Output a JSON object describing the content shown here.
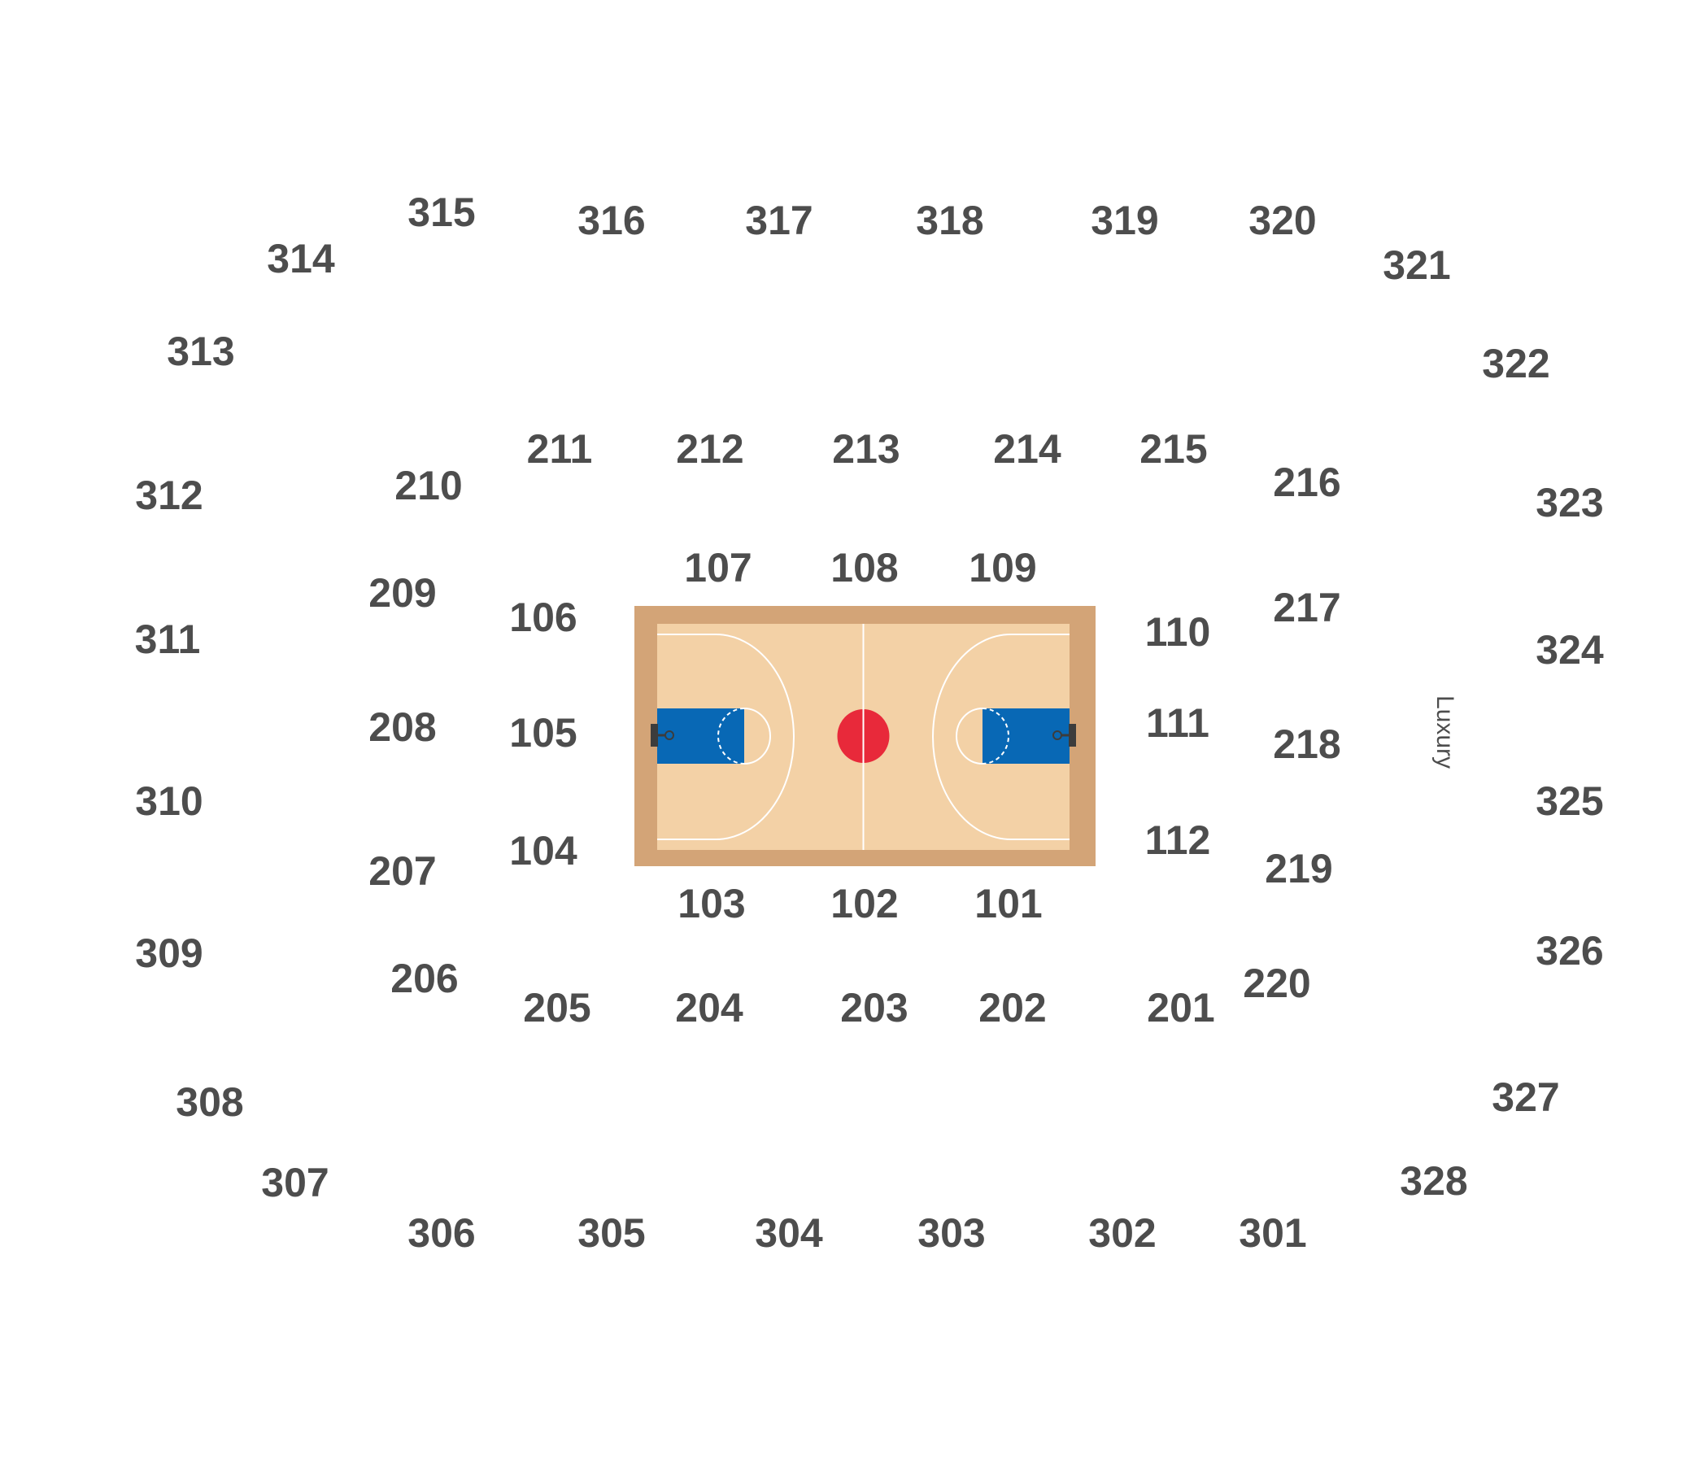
{
  "sections": [
    "101",
    "102",
    "103",
    "104",
    "105",
    "106",
    "107",
    "108",
    "109",
    "110",
    "111",
    "112",
    "201",
    "202",
    "203",
    "204",
    "205",
    "206",
    "207",
    "208",
    "209",
    "210",
    "211",
    "212",
    "213",
    "214",
    "215",
    "216",
    "217",
    "218",
    "219",
    "220",
    "301",
    "302",
    "303",
    "304",
    "305",
    "306",
    "307",
    "308",
    "309",
    "310",
    "311",
    "312",
    "313",
    "314",
    "315",
    "316",
    "317",
    "318",
    "319",
    "320",
    "321",
    "322",
    "323",
    "324",
    "325",
    "326",
    "327",
    "328"
  ],
  "luxury_label": "Luxury",
  "colors": {
    "section_text": "#4d4d4d",
    "court_border": "#d3a477",
    "court_floor": "#f3d1a6",
    "paint": "#0868b5",
    "center_circle": "#e8293a",
    "court_lines": "#ffffff",
    "hoop": "#3c3c3c"
  },
  "icons": {
    "court": "basketball-court-icon"
  }
}
